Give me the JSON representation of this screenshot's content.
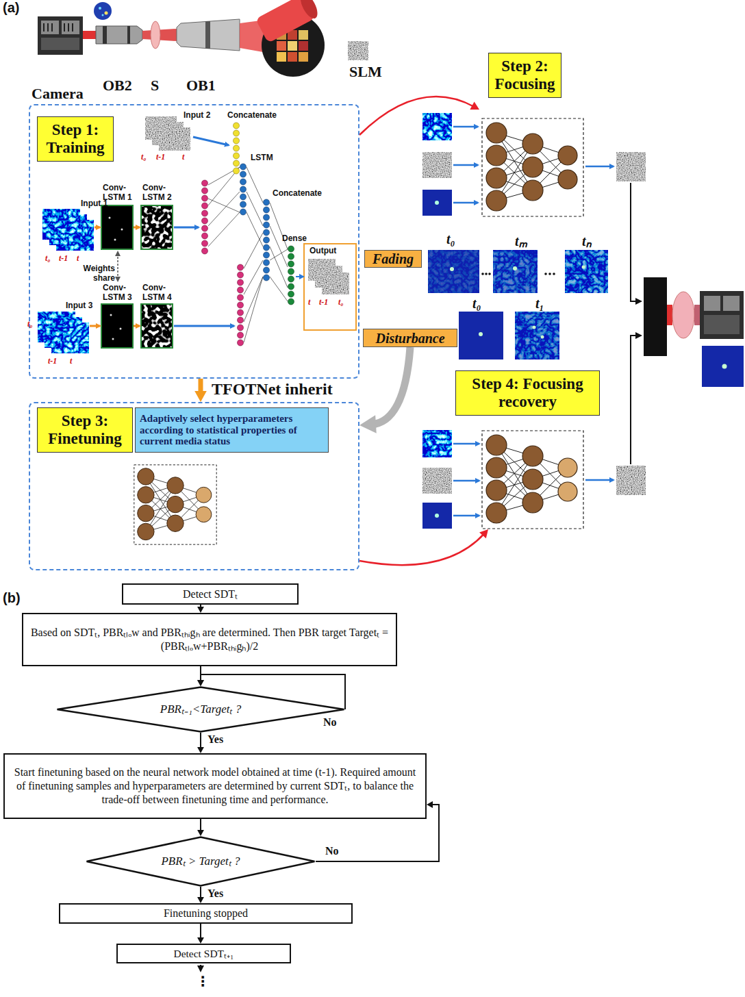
{
  "diagram": {
    "nodes": [
      {
        "text": [
          "Step 1: Training"
        ]
      },
      {
        "text": [
          "Step 2: Focusing"
        ]
      },
      {
        "text": [
          "Fading"
        ]
      },
      {
        "text": [
          "Disturbance"
        ]
      },
      {
        "text": [
          "Step 3: Finetuning"
        ]
      },
      {
        "text": [
          "Adaptively select hyperparameters according to statistical properties of current media status"
        ],
        "in": 4
      },
      {
        "text": [
          "Step 4: Focusing recovery"
        ]
      },
      {
        "text": [
          "Detect SDTₜ"
        ]
      },
      {
        "text": [
          "Based on SDTₜ, PBRₜₗₒw and PBRₜₕᵢgₕ are determined. Then PBR target Targetₜ = (PBRₜₗₒw+PBRₜₕᵢgₕ)/2"
        ]
      },
      {
        "text": [
          "PBRₜ₋₁<Targetₜ ?"
        ]
      },
      {
        "text": [
          "Start finetuning based on the neural network model obtained at time (t-1). Required amount of finetuning samples and hyperparameters are determined by current SDTₜ, to balance the trade-off between finetuning time and performance."
        ]
      },
      {
        "text": [
          "PBRₜ > Targetₜ ?"
        ]
      },
      {
        "text": [
          "Finetuning stopped"
        ]
      },
      {
        "text": [
          "Detect SDTₜ₊₁"
        ]
      }
    ],
    "edges": [
      {
        "from": 0,
        "to": 1,
        "arrow": "to"
      },
      {
        "from": 0,
        "to": 4,
        "arrow": "to",
        "label": "TFOTNet inherit"
      },
      {
        "from": 3,
        "to": 4,
        "arrow": "to"
      },
      {
        "from": 4,
        "to": 6,
        "arrow": "to"
      },
      {
        "from": 7,
        "to": 8,
        "arrow": "to"
      },
      {
        "from": 8,
        "to": 9,
        "arrow": "to"
      },
      {
        "from": 9,
        "to": 9,
        "arrow": "to",
        "label": "No"
      },
      {
        "from": 9,
        "to": 10,
        "arrow": "to",
        "label": "Yes"
      },
      {
        "from": 10,
        "to": 11,
        "arrow": "to"
      },
      {
        "from": 11,
        "to": 10,
        "arrow": "to",
        "label": "No"
      },
      {
        "from": 11,
        "to": 12,
        "arrow": "to",
        "label": "Yes"
      },
      {
        "from": 12,
        "to": 13,
        "arrow": "to"
      }
    ],
    "labels": [
      "(a)",
      "Camera",
      "OB2",
      "S",
      "OB1",
      "SLM",
      "Input 2",
      "Concatenate",
      "LSTM",
      "Input 1",
      "Conv-LSTM 1",
      "Conv-LSTM 2",
      "Concatenate",
      "Weights share",
      "Conv-LSTM 3",
      "Conv-LSTM 4",
      "Input 3",
      "Dense",
      "Output",
      "t₀",
      "t-1",
      "t",
      "t₀",
      "t-1",
      "t",
      "t₀",
      "t-1",
      "t",
      "t",
      "t-1",
      "t₀",
      "t₀",
      "tₘ",
      "tₙ",
      "t₀",
      "t₁",
      "(b)",
      "⋮"
    ]
  }
}
